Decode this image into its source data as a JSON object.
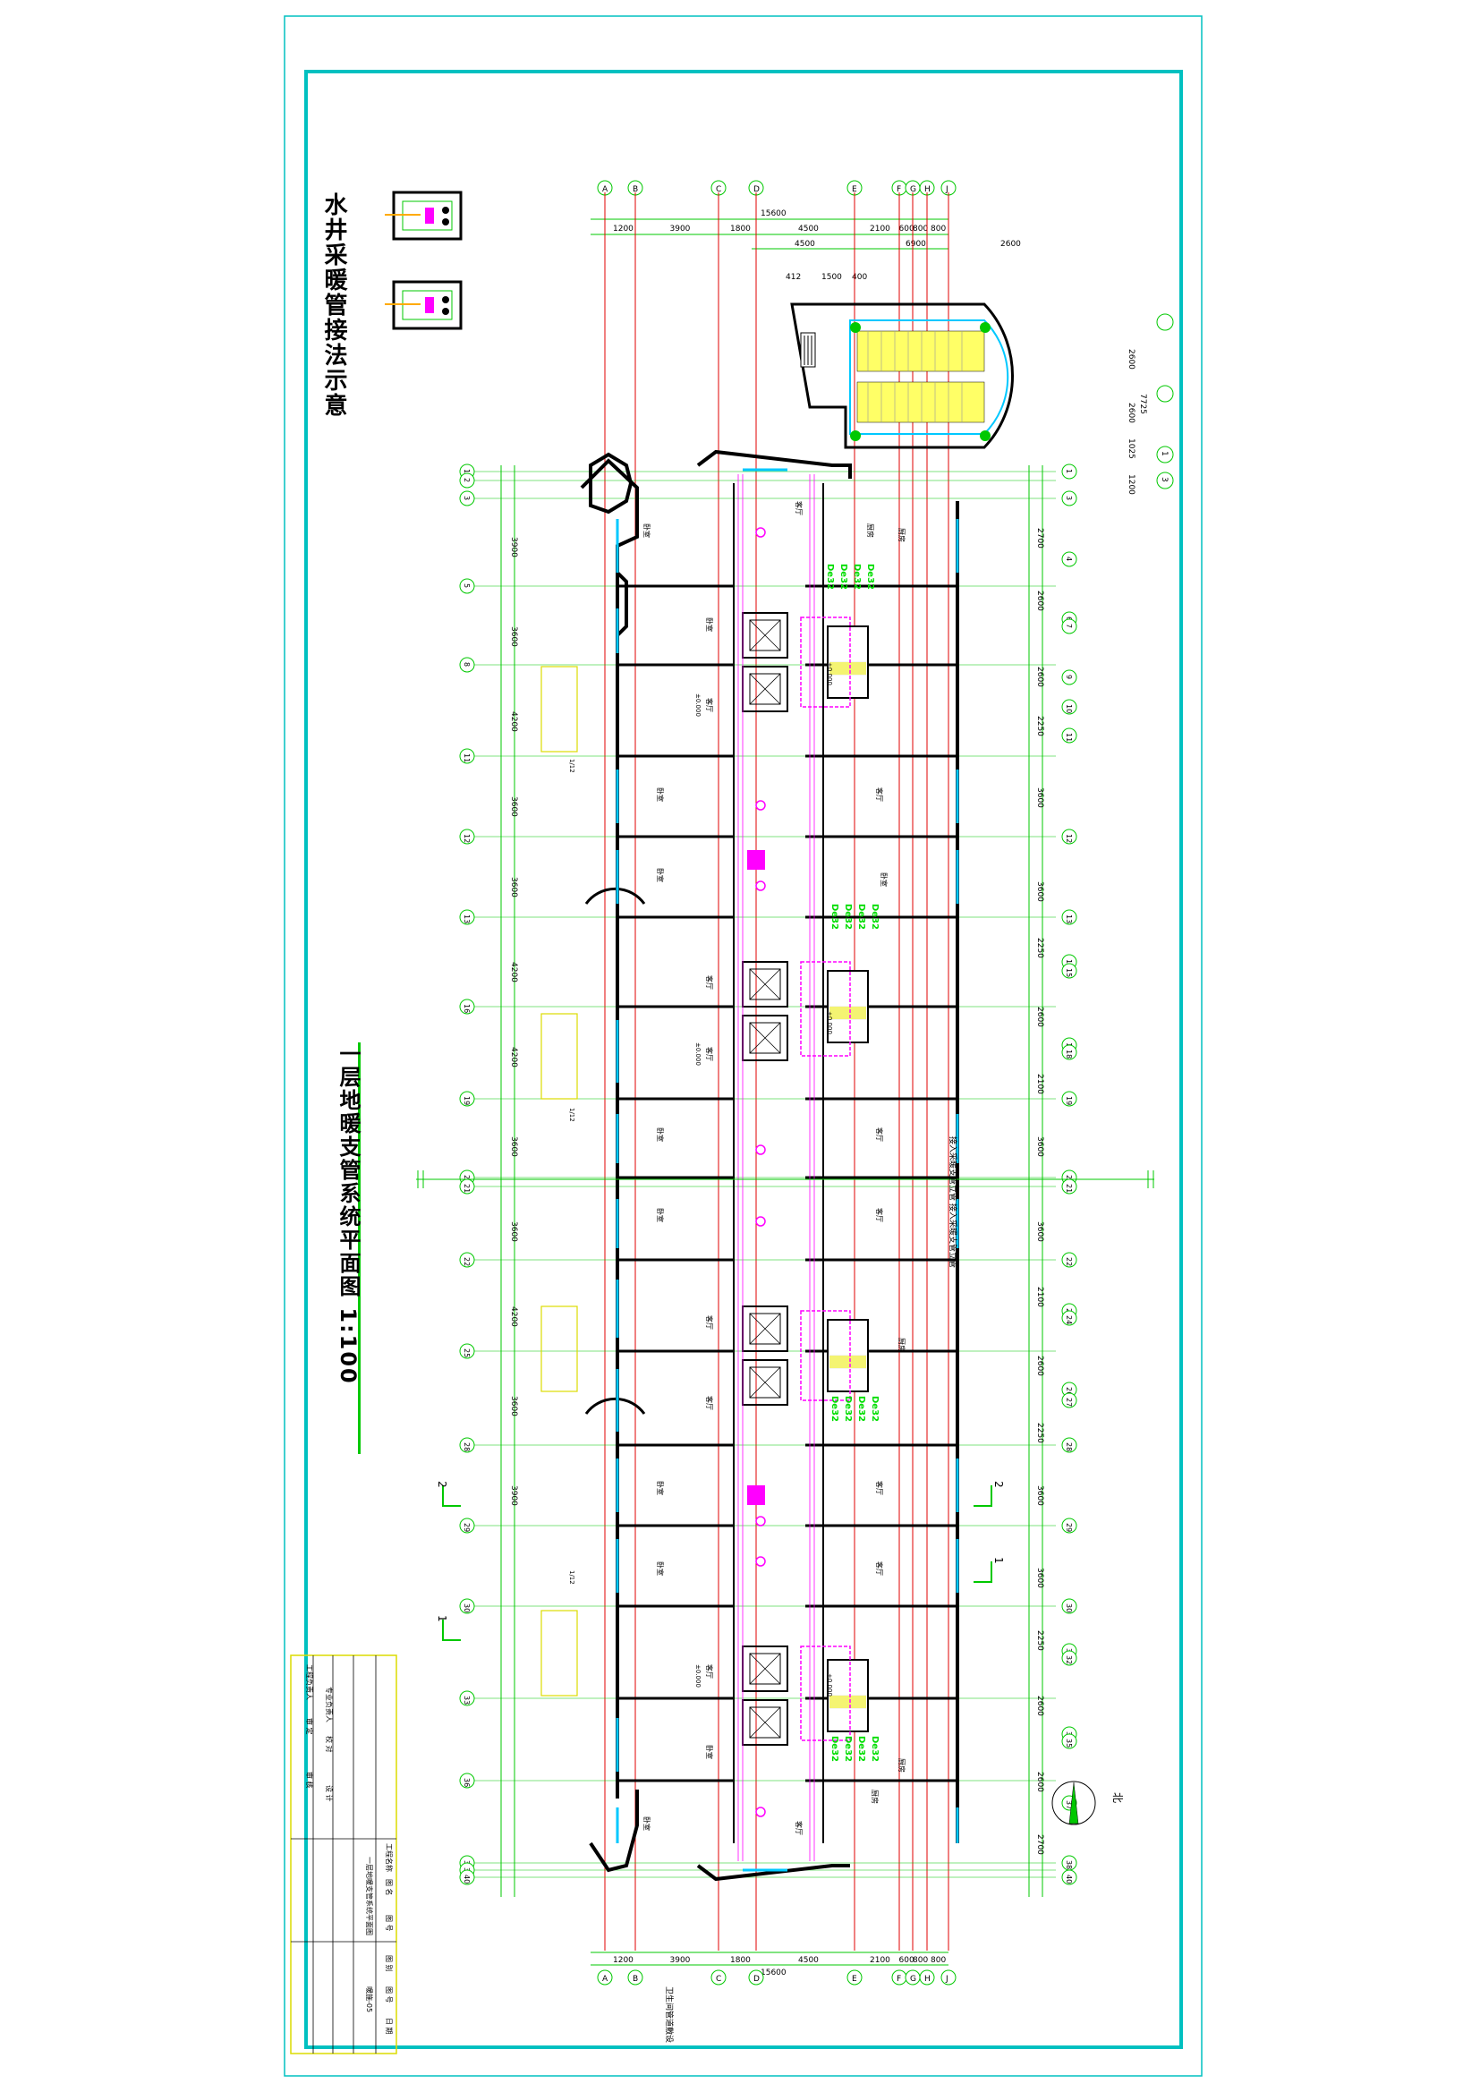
{
  "titles": {
    "side_note": "水井采暖管接法示意",
    "main_title": "一层地暖支管系统平面图 1:100",
    "north": "北",
    "section_mark_1": "1",
    "section_mark_2": "2"
  },
  "axis_letters": [
    "A",
    "B",
    "C",
    "D",
    "E",
    "F",
    "G",
    "H",
    "J"
  ],
  "dimensions_top": [
    "1200",
    "3900",
    "1800",
    "4500",
    "2100",
    "600",
    "800",
    "800"
  ],
  "dimension_total": "15600",
  "dimension_top_sub": [
    "4500",
    "6900",
    "2600"
  ],
  "dimension_stair": [
    "412",
    "1500",
    "400"
  ],
  "axis_numbers": [
    "1",
    "2",
    "3",
    "5",
    "8",
    "11",
    "12",
    "13",
    "16",
    "19",
    "20",
    "21",
    "22",
    "25",
    "28",
    "29",
    "30",
    "33",
    "36",
    "38",
    "39",
    "40"
  ],
  "axis_numbers_right": [
    "1",
    "3",
    "4",
    "6",
    "7",
    "9",
    "10",
    "11",
    "12",
    "13",
    "14",
    "15",
    "17",
    "18",
    "19",
    "20",
    "21",
    "22",
    "23",
    "24",
    "26",
    "27",
    "28",
    "29",
    "30",
    "31",
    "32",
    "34",
    "35",
    "37",
    "38",
    "40"
  ],
  "spans_left": [
    "3900",
    "3600",
    "4200",
    "3600",
    "3600",
    "4200",
    "4200",
    "3600",
    "3600",
    "4200",
    "3600",
    "3900"
  ],
  "spans_right": [
    "2700",
    "2600",
    "2600",
    "2250",
    "3600",
    "3600",
    "2250",
    "2600",
    "2100",
    "3600",
    "3600",
    "2100",
    "2600",
    "2250",
    "3600",
    "3600",
    "2250",
    "2600",
    "2600",
    "2700"
  ],
  "stair_dims": [
    "2600",
    "2600",
    "1025",
    "7725",
    "1200"
  ],
  "room_labels": {
    "bedroom": "卧室",
    "living": "客厅",
    "kitchen": "厨房",
    "bath": "卫",
    "level": "±0.000",
    "slope": "1/12",
    "riser": "De32"
  },
  "notes": {
    "pipe_note_1": "接入采暖支管立管",
    "pipe_note_2": "接入采暖支管立管",
    "bottom_note": "卫生间管道敷设"
  },
  "title_block": {
    "c1": [
      "工程负责人",
      "审  定",
      "审  核"
    ],
    "c2": [
      "专业负责人",
      "校  对",
      "设  计"
    ],
    "c3": [
      "工程名称",
      "图  名",
      "图  号"
    ],
    "drawing_name": "一层地暖支管系统平面图",
    "c5": [
      "图  别",
      "图  号",
      "日  期"
    ],
    "sheet_no": "暖施-05"
  },
  "colors": {
    "frame": "#00c0c0",
    "dimension": "#00c800",
    "axis": "#e00000",
    "wall": "#000000",
    "window": "#00c8ff",
    "stair": "#ffff66",
    "heating": "#ff00ff",
    "riser_text": "#00dd00",
    "title_block": "#dcdc00"
  }
}
